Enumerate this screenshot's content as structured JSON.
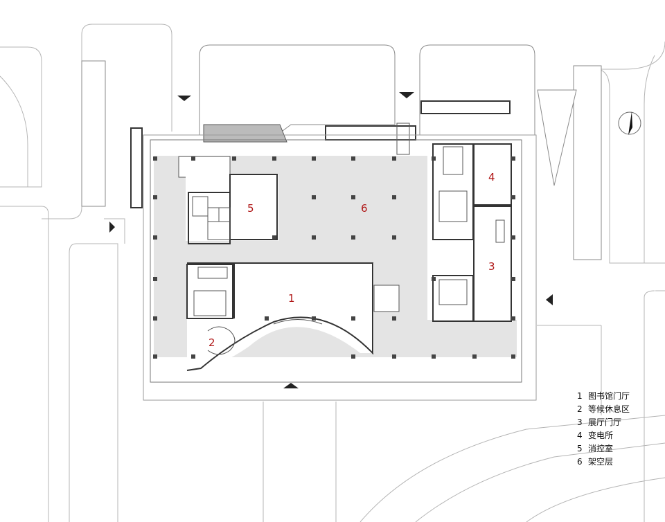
{
  "zones": [
    {
      "no": "1",
      "name": "图书馆门厅"
    },
    {
      "no": "2",
      "name": "等候休息区"
    },
    {
      "no": "3",
      "name": "展厅门厅"
    },
    {
      "no": "4",
      "name": "变电所"
    },
    {
      "no": "5",
      "name": "消控室"
    },
    {
      "no": "6",
      "name": "架空层"
    }
  ],
  "colors": {
    "zone_number": "#b01717",
    "floor_fill": "#e4e4e4",
    "wall": "#333333",
    "context_line": "#b4b4b4"
  },
  "icons": [
    "north-arrow-icon",
    "entrance-arrow-icon"
  ]
}
